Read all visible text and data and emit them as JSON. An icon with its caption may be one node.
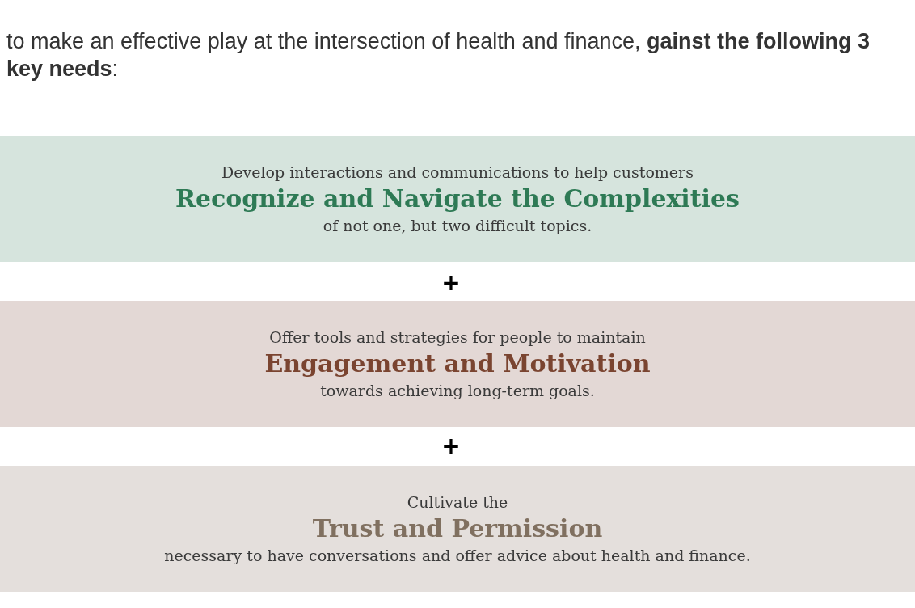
{
  "diagram": {
    "title": "to make an effective play at the intersection of health and finance, **gainst the following 3 key needs**:",
    "nodes": [
      {
        "text": [
          "Develop interactions and communications to help customers",
          "Recognize and Navigate the Complexities",
          "of not one, but two difficult topics."
        ]
      },
      {
        "text": [
          "Offer tools and strategies for people to maintain",
          "Engagement and Motivation",
          "towards achieving long-term goals."
        ]
      },
      {
        "text": [
          "Cultivate the",
          "Trust and Permission",
          "necessary to have conversations and offer advice about health and finance."
        ]
      }
    ],
    "labels": [
      "+",
      "+"
    ]
  }
}
